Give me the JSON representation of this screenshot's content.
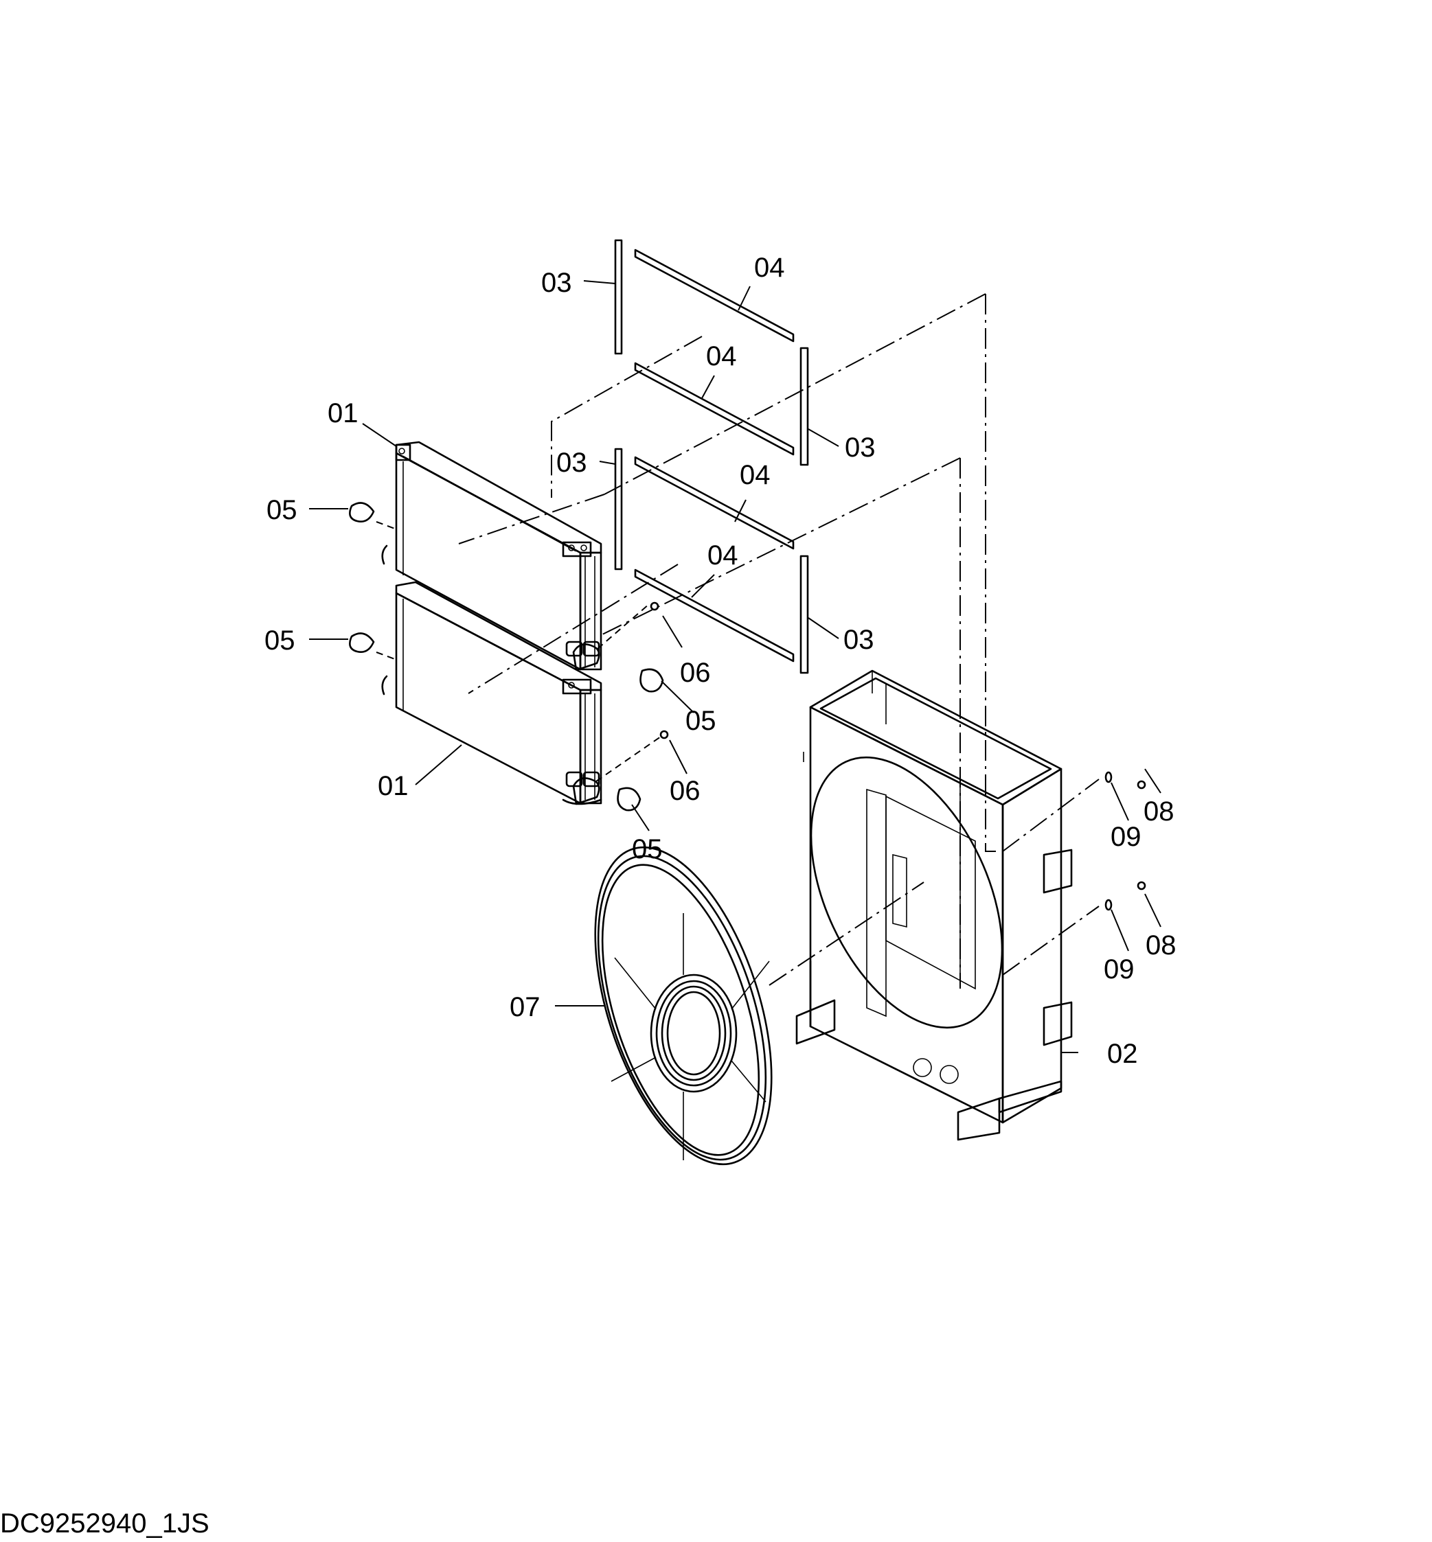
{
  "drawing": {
    "document_id": "DC9252940_1JS"
  },
  "callouts": [
    {
      "id": "c01a",
      "text": "01"
    },
    {
      "id": "c01b",
      "text": "01"
    },
    {
      "id": "c02",
      "text": "02"
    },
    {
      "id": "c03a",
      "text": "03"
    },
    {
      "id": "c03b",
      "text": "03"
    },
    {
      "id": "c03c",
      "text": "03"
    },
    {
      "id": "c03d",
      "text": "03"
    },
    {
      "id": "c04a",
      "text": "04"
    },
    {
      "id": "c04b",
      "text": "04"
    },
    {
      "id": "c04c",
      "text": "04"
    },
    {
      "id": "c04d",
      "text": "04"
    },
    {
      "id": "c05a",
      "text": "05"
    },
    {
      "id": "c05b",
      "text": "05"
    },
    {
      "id": "c05c",
      "text": "05"
    },
    {
      "id": "c05d",
      "text": "05"
    },
    {
      "id": "c06a",
      "text": "06"
    },
    {
      "id": "c06b",
      "text": "06"
    },
    {
      "id": "c07",
      "text": "07"
    },
    {
      "id": "c08a",
      "text": "08"
    },
    {
      "id": "c08b",
      "text": "08"
    },
    {
      "id": "c09a",
      "text": "09"
    },
    {
      "id": "c09b",
      "text": "09"
    }
  ]
}
